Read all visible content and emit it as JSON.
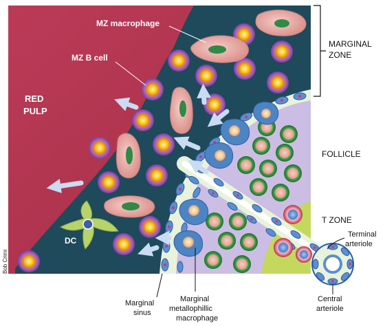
{
  "labels": {
    "mz_macrophage": "MZ macrophage",
    "mz_b_cell": "MZ B cell",
    "red_pulp_1": "RED",
    "red_pulp_2": "PULP",
    "dc": "DC",
    "marginal_zone_1": "MARGINAL",
    "marginal_zone_2": "ZONE",
    "follicle": "FOLLICLE",
    "t_zone": "T ZONE",
    "terminal_arteriole_1": "Terminal",
    "terminal_arteriole_2": "arteriole",
    "marginal_sinus_1": "Marginal",
    "marginal_sinus_2": "sinus",
    "mm_macrophage_1": "Marginal",
    "mm_macrophage_2": "metallophillic",
    "mm_macrophage_3": "macrophage",
    "central_arteriole_1": "Central",
    "central_arteriole_2": "arteriole",
    "credit": "Bob Crimi"
  },
  "colors": {
    "red_pulp": "#b3354f",
    "marginal_zone": "#1e4a5c",
    "sinus_band": "#e9f2dc",
    "follicle": "#cbbde3",
    "t_zone": "#c4d85e",
    "b_cell_outer": "#8e4fb0",
    "b_cell_core": "#f7c21a",
    "macrophage_body": "#e7a9a3",
    "macrophage_nucleus": "#2f8a46",
    "follicle_cell_ring": "#2e8a3c",
    "follicle_cell_core": "#e6a99b",
    "metallophillic_cell": "#4d84c4",
    "arrow": "#c9dcf2"
  }
}
